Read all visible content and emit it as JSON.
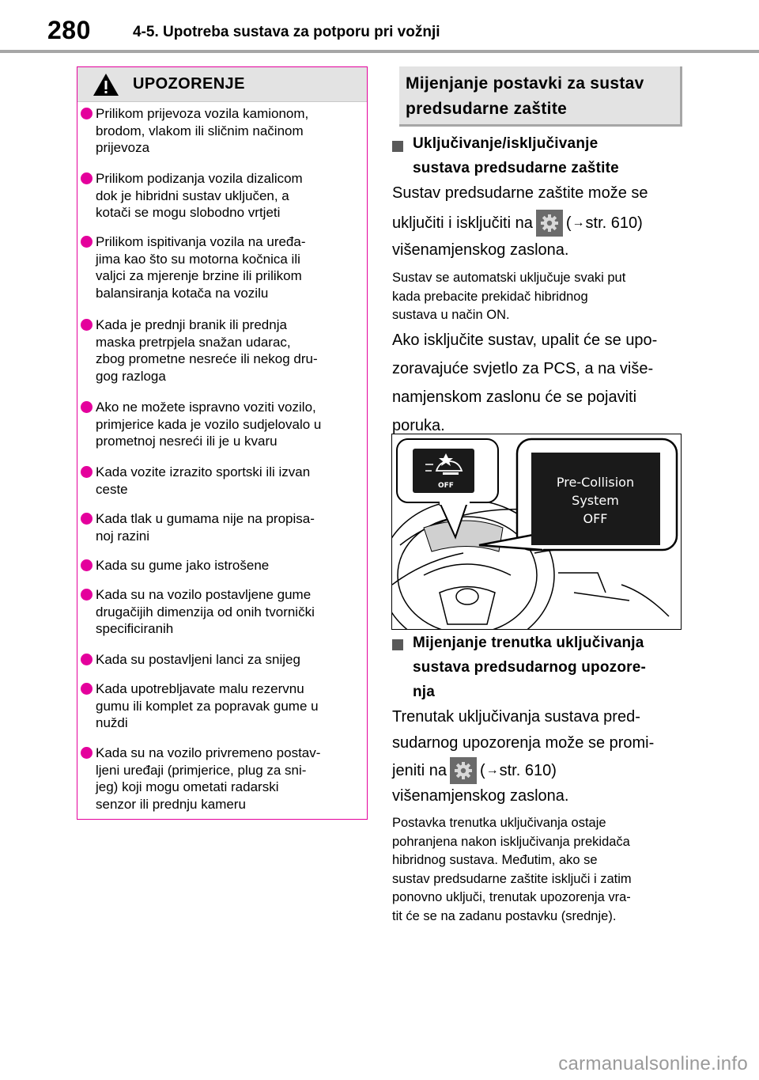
{
  "header": {
    "page_number": "280",
    "title": "4-5. Upotreba sustava za potporu pri vožnji"
  },
  "warning": {
    "title": "UPOZORENJE",
    "items": [
      "Prilikom prijevoza vozila kamionom,\nbrodom, vlakom ili sličnim načinom\nprijevoza",
      "Prilikom podizanja vozila dizalicom\ndok je hibridni sustav uključen, a\nkotači se mogu slobodno vrtjeti",
      "Prilikom ispitivanja vozila na uređa-\njima kao što su motorna kočnica ili\nvaljci za mjerenje brzine ili prilikom\nbalansiranja kotača na vozilu",
      "Kada je prednji branik ili prednja\nmaska pretrpjela snažan udarac,\nzbog prometne nesreće ili nekog dru-\ngog razloga",
      "Ako ne možete ispravno voziti vozilo,\nprimjerice kada je vozilo sudjelovalo u\nprometnoj nesreći ili je u kvaru",
      "Kada vozite izrazito sportski ili izvan\nceste",
      "Kada tlak u gumama nije na propisa-\nnoj razini",
      "Kada su gume jako istrošene",
      "Kada su na vozilo postavljene gume\ndrugačijih dimenzija od onih tvornički\nspecificiranih",
      "Kada su postavljeni lanci za snijeg",
      "Kada upotrebljavate malu rezervnu\ngumu ili komplet za popravak gume u\nnuždi",
      "Kada su na vozilo privremeno postav-\nljeni uređaji (primjerice, plug za sni-\njeg) koji mogu ometati radarski\nsenzor ili prednju kameru"
    ]
  },
  "section": {
    "title": "Mijenjanje postavki za sustav\npredsudarne zaštite"
  },
  "sub1": {
    "heading": "Uključivanje/isključivanje\nsustava predsudarne zaštite",
    "line1": "Sustav predsudarne zaštite može se",
    "line2_pre": "uključiti i isključiti na",
    "line2_ref": "str. 610)",
    "line3": "višenamjenskog zaslona.",
    "note": "Sustav se automatski uključuje svaki put\nkada prebacite prekidač hibridnog\nsustava u način ON.",
    "body2": "Ako isključite sustav, upalit će se upo-\nzoravajuće svjetlo za PCS, a na više-\nnamjenskom zaslonu će se pojaviti\nporuka."
  },
  "figure": {
    "display_lines": [
      "Pre-Collision",
      "System",
      "OFF"
    ],
    "indicator_label": "OFF"
  },
  "sub2": {
    "heading": "Mijenjanje trenutka uključivanja\nsustava predsudarnog upozore-\nnja",
    "line1": "Trenutak uključivanja sustava pred-",
    "line2": "sudarnog upozorenja može se promi-",
    "line3_pre": "jeniti na",
    "line3_ref": "str. 610)",
    "line4": "višenamjenskog zaslona.",
    "note": "Postavka trenutka uključivanja ostaje\npohranjena nakon isključivanja prekidača\nhibridnog sustava. Međutim, ako se\nsustav predsudarne zaštite isključi i zatim\nponovno uključi, trenutak upozorenja vra-\ntit će se na zadanu postavku (srednje)."
  },
  "icons": {
    "warning": "warning-triangle-icon",
    "settings": "gear-icon",
    "reference": "arrow-right-icon",
    "pcs_indicator": "pcs-warning-icon"
  },
  "colors": {
    "accent": "#e4009c",
    "header_rule": "#a6a6a6",
    "box_fill": "#e3e3e3"
  },
  "watermark": "carmanualsonline.info"
}
